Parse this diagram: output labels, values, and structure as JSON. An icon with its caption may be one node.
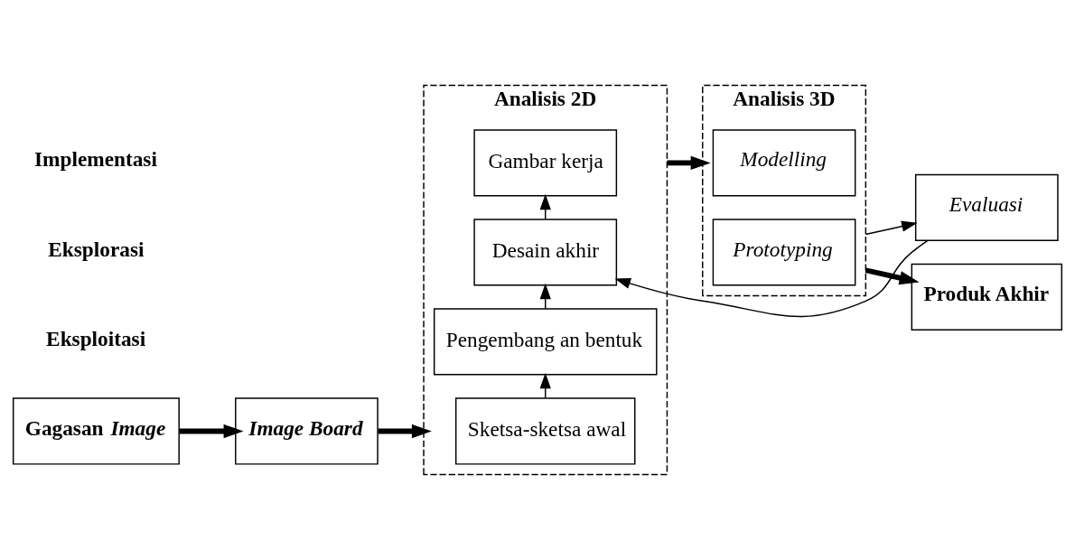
{
  "diagram": {
    "nodes": [
      {
        "text": [
          "Gagasan *Image*"
        ]
      },
      {
        "text": [
          "Image Board"
        ]
      },
      {
        "text": [
          "Analisis 2D"
        ]
      },
      {
        "text": [
          "Sketsa-sketsa awal"
        ],
        "in": 2
      },
      {
        "text": [
          "Pengembang an bentuk"
        ],
        "in": 2
      },
      {
        "text": [
          "Desain akhir"
        ],
        "in": 2
      },
      {
        "text": [
          "Gambar kerja"
        ],
        "in": 2
      },
      {
        "text": [
          "Analisis 3D"
        ]
      },
      {
        "text": [
          "Modelling"
        ],
        "in": 7
      },
      {
        "text": [
          "Prototyping"
        ],
        "in": 7
      },
      {
        "text": [
          "Evaluasi"
        ]
      },
      {
        "text": [
          "Produk Akhir"
        ]
      }
    ],
    "edges": [
      {
        "from": 0,
        "to": 1,
        "arrow": "to",
        "style": "thick"
      },
      {
        "from": 1,
        "to": 2,
        "arrow": "to",
        "style": "thick"
      },
      {
        "from": 2,
        "to": 7,
        "arrow": "to",
        "style": "thick"
      },
      {
        "from": 7,
        "to": 11,
        "arrow": "to",
        "style": "thick"
      },
      {
        "from": 3,
        "to": 4,
        "arrow": "to"
      },
      {
        "from": 4,
        "to": 5,
        "arrow": "to"
      },
      {
        "from": 5,
        "to": 6,
        "arrow": "to"
      },
      {
        "from": 7,
        "to": 10,
        "arrow": "to"
      },
      {
        "from": 10,
        "to": 5,
        "arrow": "to"
      }
    ],
    "labels": [
      "Eksploitasi",
      "Eksplorasi",
      "Implementasi"
    ]
  }
}
